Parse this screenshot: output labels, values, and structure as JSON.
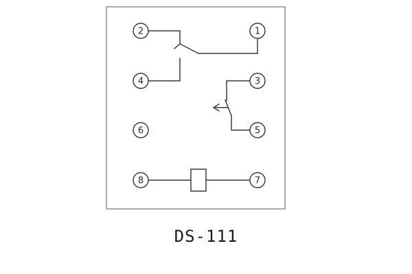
{
  "title": "DS-111",
  "diagram": {
    "terminals": [
      {
        "label": "2"
      },
      {
        "label": "1"
      },
      {
        "label": "4"
      },
      {
        "label": "3"
      },
      {
        "label": "6"
      },
      {
        "label": "5"
      },
      {
        "label": "8"
      },
      {
        "label": "7"
      }
    ]
  },
  "colors": {
    "line": "#3c3c3c",
    "frame": "#8f8f8f"
  }
}
